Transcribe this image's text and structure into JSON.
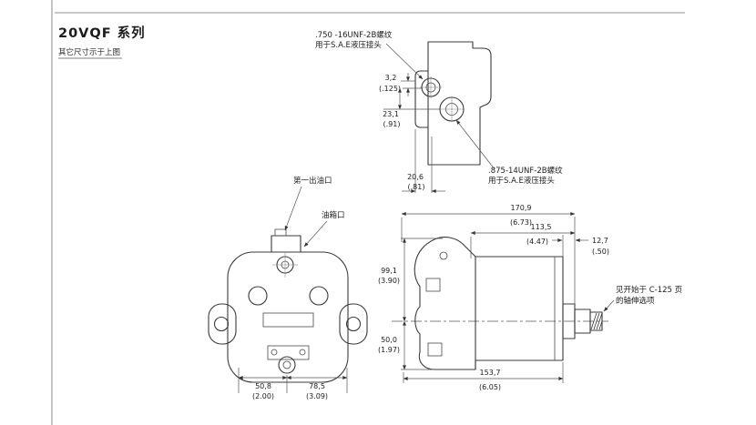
{
  "header": {
    "title": "20VQF 系列",
    "subtitle": "其它尺寸示于上图"
  },
  "callouts": {
    "top_port": {
      "line1": ".750 -16UNF-2B螺纹",
      "line2": "用于S.A.E液压接头"
    },
    "side_port": {
      "line1": ".875-14UNF-2B螺纹",
      "line2": "用于S.A.E液压接头"
    },
    "first_outlet": "第一出油口",
    "tank_port": "油箱口",
    "shaft_note": {
      "line1": "见开始于 C-125 页",
      "line2": "的轴伸选项"
    }
  },
  "dims": {
    "boss_offset": {
      "mm": "3,2",
      "inch": "(.125)"
    },
    "port_spacing": {
      "mm": "23,1",
      "inch": "(.91)"
    },
    "port_depth": {
      "mm": "20,6",
      "inch": "(.81)"
    },
    "overall_length": {
      "mm": "170,9",
      "inch": "(6.73)"
    },
    "body_length": {
      "mm": "113,5",
      "inch": "(4.47)"
    },
    "shaft_step": {
      "mm": "12,7",
      "inch": "(.50)"
    },
    "height_top": {
      "mm": "99,1",
      "inch": "(3.90)"
    },
    "height_bottom": {
      "mm": "50,0",
      "inch": "(1.97)"
    },
    "base_length": {
      "mm": "153,7",
      "inch": "(6.05)"
    },
    "front_width_left": {
      "mm": "50,8",
      "inch": "(2.00)"
    },
    "front_width_right": {
      "mm": "78,5",
      "inch": "(3.09)"
    }
  },
  "colors": {
    "line": "#3b3b3b",
    "dim_line": "#555555",
    "text": "#1c1c1c",
    "background": "#ffffff"
  }
}
